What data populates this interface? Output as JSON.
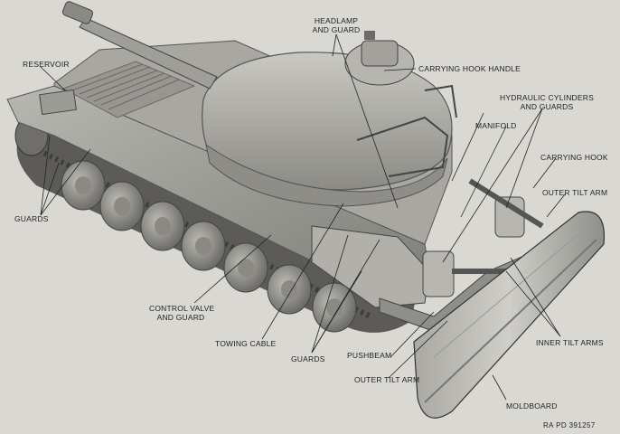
{
  "labels": {
    "reservoir": "RESERVOIR",
    "headlamp_1": "HEADLAMP",
    "headlamp_2": "AND GUARD",
    "carrying_hook_handle": "CARRYING HOOK HANDLE",
    "hydraulic_1": "HYDRAULIC CYLINDERS",
    "hydraulic_2": "AND GUARDS",
    "manifold": "MANIFOLD",
    "carrying_hook": "CARRYING HOOK",
    "outer_tilt_arm_top": "OUTER TILT ARM",
    "guards_left": "GUARDS",
    "control_valve_1": "CONTROL VALVE",
    "control_valve_2": "AND GUARD",
    "towing_cable": "TOWING CABLE",
    "guards_bottom": "GUARDS",
    "pushbeam": "PUSHBEAM",
    "outer_tilt_arm_bottom": "OUTER TILT ARM",
    "inner_tilt_arms": "INNER TILT ARMS",
    "moldboard": "MOLDBOARD",
    "ref_number": "RA PD 391257"
  }
}
